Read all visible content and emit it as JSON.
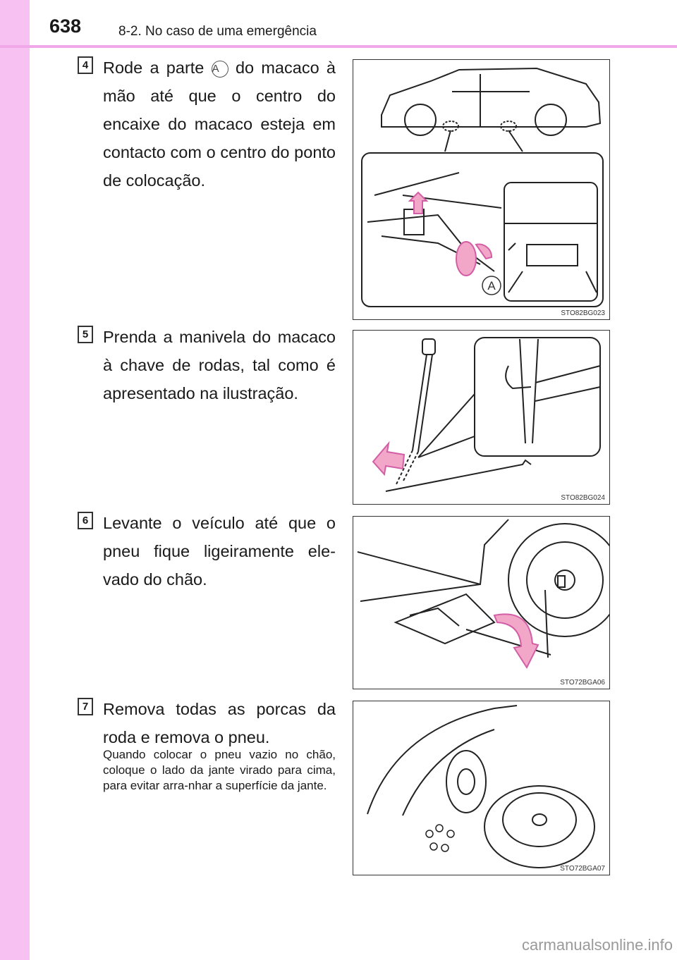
{
  "header": {
    "page_number": "638",
    "section_title": "8-2. No caso de uma emergência"
  },
  "steps": [
    {
      "number": "4",
      "text_before": "Rode a parte",
      "marker": "A",
      "text_after": "do macaco à mão até que o centro do encaixe do macaco esteja em contacto com o centro do ponto de colocação.",
      "figure_code": "STO82BG023",
      "figure_label": "A"
    },
    {
      "number": "5",
      "text": "Prenda a manivela do macaco à chave de rodas, tal como é apresentado na ilustração.",
      "figure_code": "STO82BG024"
    },
    {
      "number": "6",
      "text": "Levante o veículo até que o pneu fique ligeiramente ele-vado do chão.",
      "figure_code": "STO72BGA06"
    },
    {
      "number": "7",
      "text": "Remova todas as porcas da roda e remova o pneu.",
      "note": "Quando colocar o pneu vazio no chão, coloque o lado da jante virado para cima, para evitar arra-nhar a superfície da jante.",
      "figure_code": "STO72BGA07"
    }
  ],
  "watermark": "carmanualsonline.info",
  "colors": {
    "sidebar": "#f7c2f2",
    "header_line": "#f0a8e9",
    "arrow_pink": "#f2a7c8"
  }
}
